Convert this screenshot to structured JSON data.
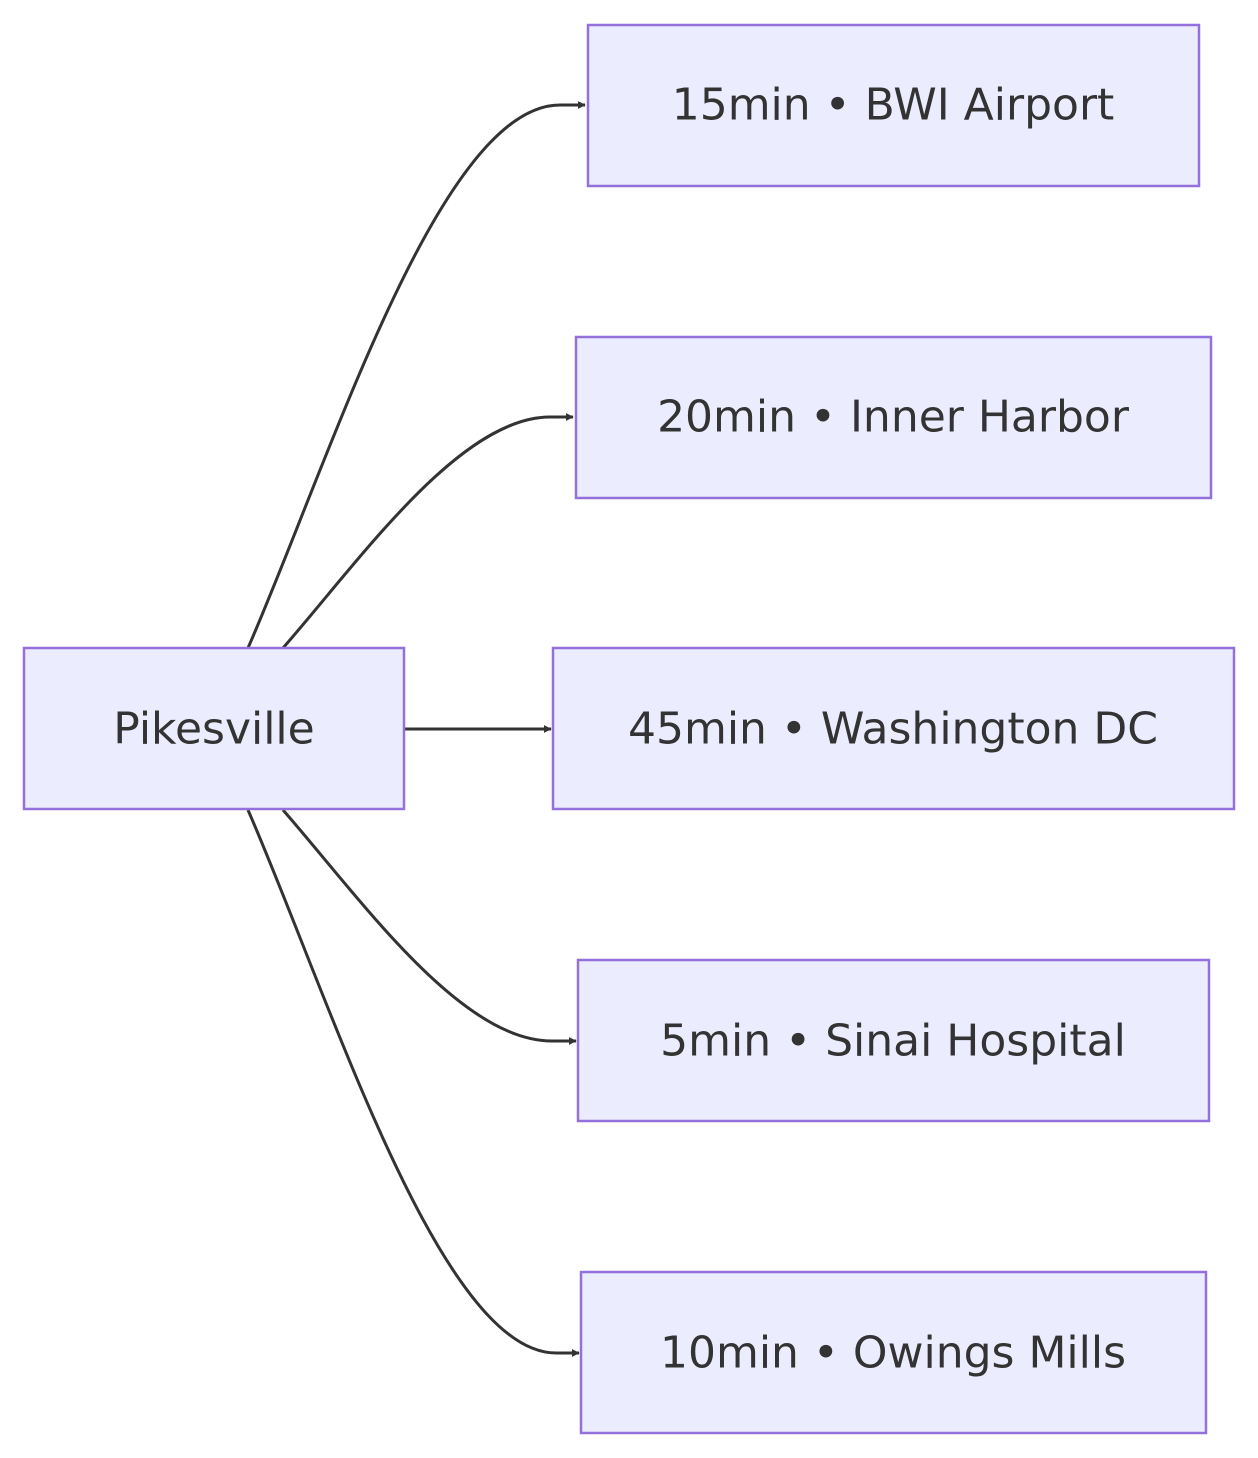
{
  "diagram": {
    "type": "flowchart",
    "direction": "left-to-right",
    "colors": {
      "node_fill": "#ECECFF",
      "node_stroke": "#9370DB",
      "edge": "#333333",
      "text": "#333333"
    },
    "source": {
      "id": "pikesville",
      "label": "Pikesville"
    },
    "targets": [
      {
        "id": "bwi-airport",
        "label": "15min • BWI Airport"
      },
      {
        "id": "inner-harbor",
        "label": "20min • Inner Harbor"
      },
      {
        "id": "washington-dc",
        "label": "45min • Washington DC"
      },
      {
        "id": "sinai-hospital",
        "label": "5min • Sinai Hospital"
      },
      {
        "id": "owings-mills",
        "label": "10min • Owings Mills"
      }
    ],
    "edges": [
      {
        "from": "pikesville",
        "to": "bwi-airport"
      },
      {
        "from": "pikesville",
        "to": "inner-harbor"
      },
      {
        "from": "pikesville",
        "to": "washington-dc"
      },
      {
        "from": "pikesville",
        "to": "sinai-hospital"
      },
      {
        "from": "pikesville",
        "to": "owings-mills"
      }
    ]
  }
}
